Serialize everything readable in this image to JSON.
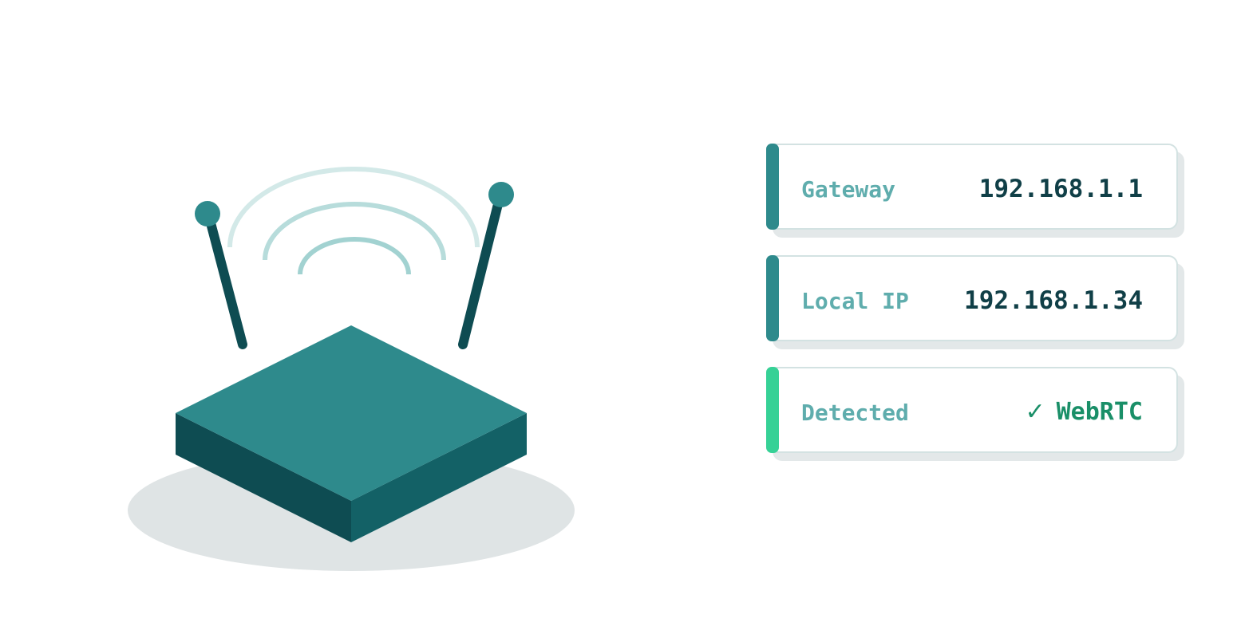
{
  "colors": {
    "teal": "#2e8a8c",
    "dark_teal": "#0e4c52",
    "mid_teal": "#136166",
    "label": "#5fadad",
    "value": "#103f47",
    "success": "#1a8f68",
    "success_accent": "#36d196",
    "ground_shadow": "#dfe4e5"
  },
  "illustration": {
    "device": "router-icon",
    "signal": "wifi-signal-icon"
  },
  "cards": [
    {
      "label": "Gateway",
      "value": "192.168.1.1"
    },
    {
      "label": "Local IP",
      "value": "192.168.1.34"
    },
    {
      "label": "Detected",
      "value": "WebRTC",
      "icon": "check-icon",
      "icon_glyph": "✓"
    }
  ]
}
